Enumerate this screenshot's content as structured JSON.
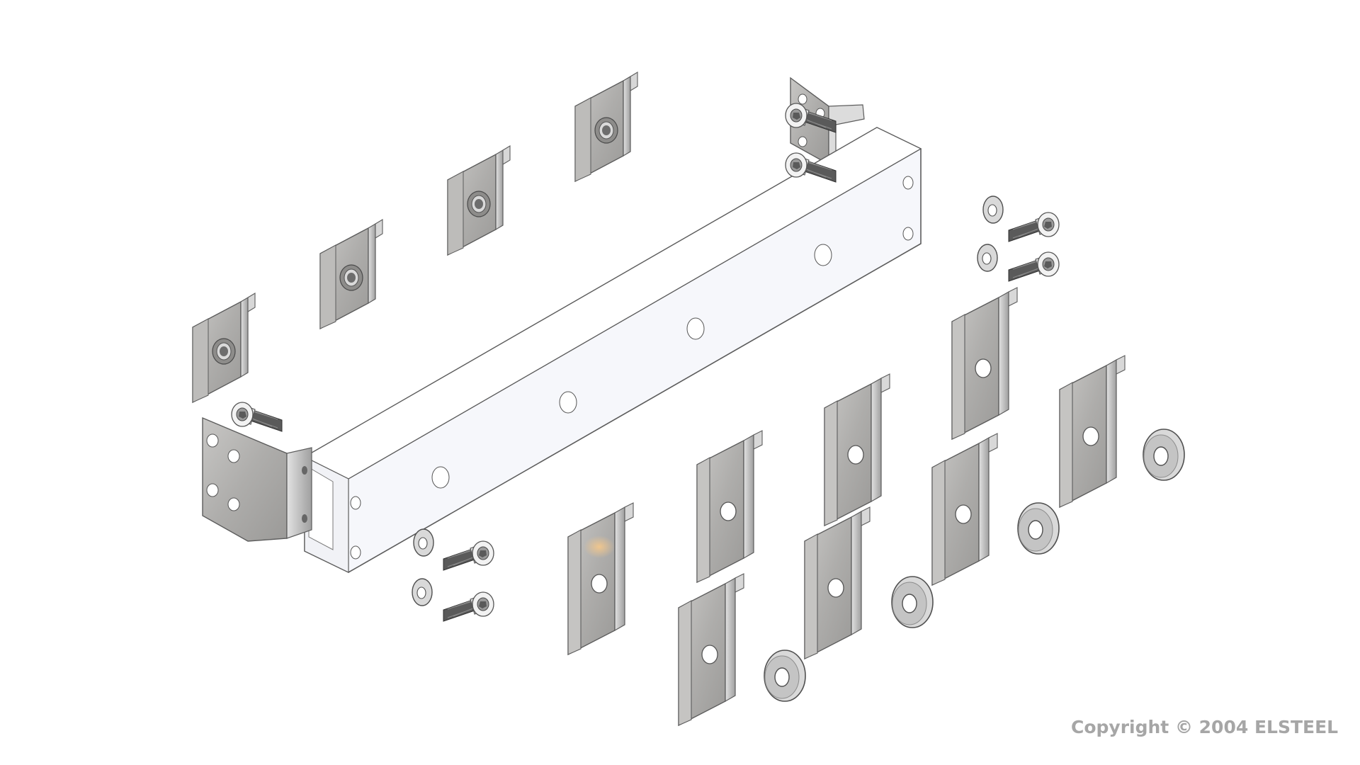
{
  "copyright": "Copyright © 2004 ELSTEEL",
  "colors": {
    "background": "#ffffff",
    "part_fill": "#aeadab",
    "part_edge": "#5c5c5c",
    "rail_fill": "#f6f7fb",
    "copyright_text": "#a6a6a6"
  },
  "parts": {
    "rail": "u-channel-rail",
    "brackets": "corner-bracket",
    "threaded_clips": "threaded-clip",
    "clips": "clearance-clip",
    "screws": "socket-cap-screw",
    "washers": "flat-washer"
  }
}
